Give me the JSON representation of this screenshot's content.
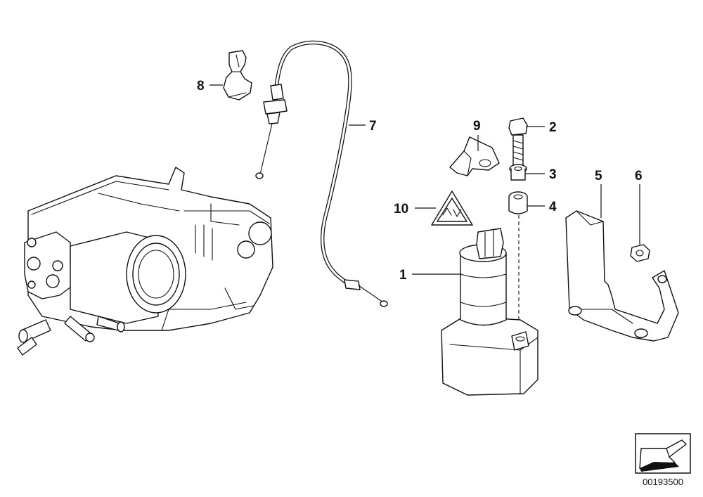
{
  "callouts": {
    "c1": "1",
    "c2": "2",
    "c3": "3",
    "c4": "4",
    "c5": "5",
    "c6": "6",
    "c7": "7",
    "c8": "8",
    "c9": "9",
    "c10": "10"
  },
  "diagram_number": "00193500",
  "icons": {
    "nav": "arrow-icon",
    "warning": "warning-triangle-icon"
  }
}
